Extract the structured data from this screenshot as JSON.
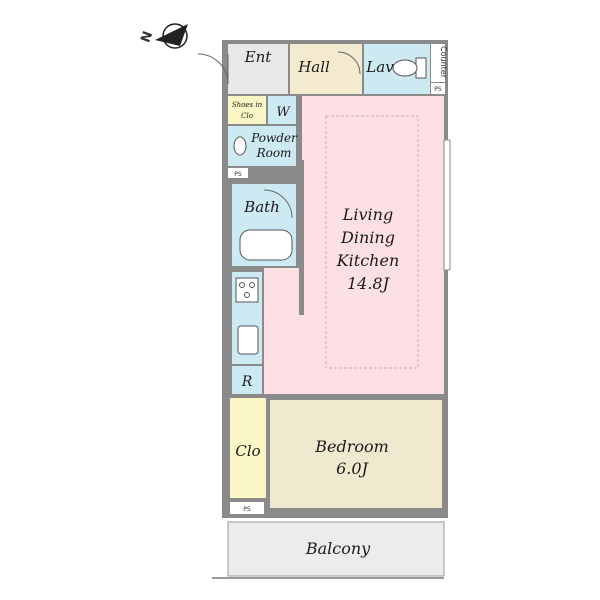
{
  "compass": {
    "north_label": "N"
  },
  "rooms": {
    "entrance": "Ent",
    "hall": "Hall",
    "lavatory": "Lav",
    "counter": "Counter",
    "shoes_closet_line1": "Shoes in",
    "shoes_closet_line2": "Clo",
    "washer": "W",
    "powder_room_line1": "Powder",
    "powder_room_line2": "Room",
    "bath": "Bath",
    "ldk_line1": "Living",
    "ldk_line2": "Dining",
    "ldk_line3": "Kitchen",
    "ldk_size": "14.8J",
    "refrigerator": "R",
    "closet": "Clo",
    "bedroom": "Bedroom",
    "bedroom_size": "6.0J",
    "balcony": "Balcony"
  },
  "pipe_space": "PS",
  "colors": {
    "wall": "#8a8a8a",
    "wet_area": "#cdeaf3",
    "hall": "#f3ead0",
    "ldk": "#fde0e4",
    "bedroom": "#f1e9cf",
    "closet": "#fbf6c6",
    "balcony": "#ececec",
    "entrance": "#e8e8e8"
  }
}
